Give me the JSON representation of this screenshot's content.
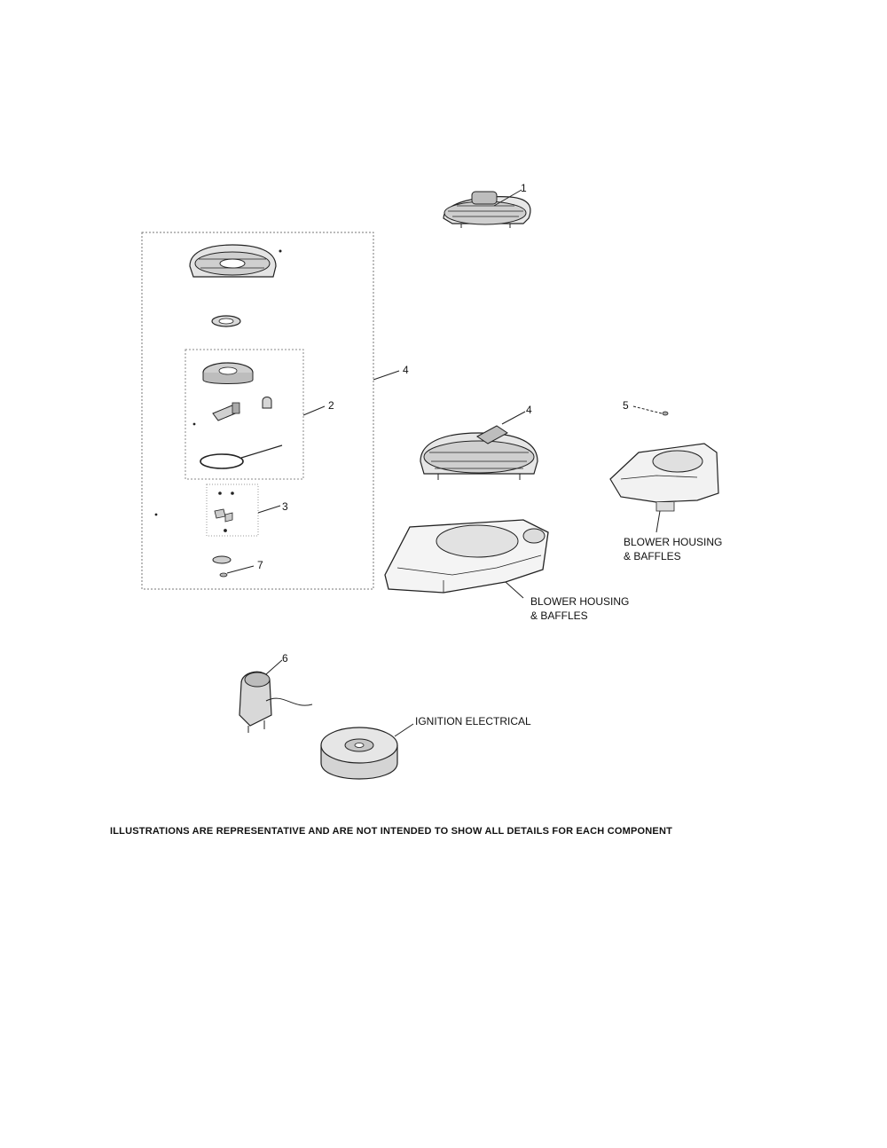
{
  "callouts": {
    "c1": "1",
    "c2": "2",
    "c3": "3",
    "c4_box": "4",
    "c4_part": "4",
    "c5": "5",
    "c6": "6",
    "c7": "7"
  },
  "labels": {
    "blower_housing_right_line1": "BLOWER HOUSING",
    "blower_housing_right_line2": "& BAFFLES",
    "blower_housing_center_line1": "BLOWER HOUSING",
    "blower_housing_center_line2": "& BAFFLES",
    "ignition": "IGNITION ELECTRICAL"
  },
  "disclaimer": "ILLUSTRATIONS ARE REPRESENTATIVE AND ARE NOT INTENDED TO SHOW ALL DETAILS FOR EACH COMPONENT"
}
